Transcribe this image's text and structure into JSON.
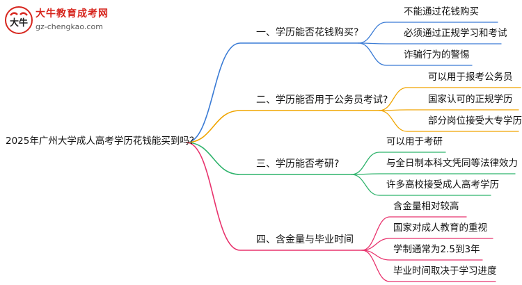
{
  "logo": {
    "name": "大牛教育成考网",
    "url": "gz-chengkao.com",
    "mark_text": "大牛",
    "color": "#d7261e"
  },
  "root": {
    "label": "2025年广州大学成人高考学历花钱能买到吗？"
  },
  "branches": [
    {
      "label": "一、学历能否花钱购买?",
      "color": "#3a7bd5",
      "children": [
        "不能通过花钱购买",
        "必须通过正规学习和考试",
        "诈骗行为的警惕"
      ]
    },
    {
      "label": "二、学历能否用于公务员考试?",
      "color": "#f0a500",
      "children": [
        "可以用于报考公务员",
        "国家认可的正规学历",
        "部分岗位接受大专学历"
      ]
    },
    {
      "label": "三、学历能否考研?",
      "color": "#2fb36c",
      "children": [
        "可以用于考研",
        "与全日制本科文凭同等法律效力",
        "许多高校接受成人高考学历"
      ]
    },
    {
      "label": "四、含金量与毕业时间",
      "color": "#e8336d",
      "children": [
        "含金量相对较高",
        "国家对成人教育的重视",
        "学制通常为2.5到3年",
        "毕业时间取决于学习进度"
      ]
    }
  ]
}
